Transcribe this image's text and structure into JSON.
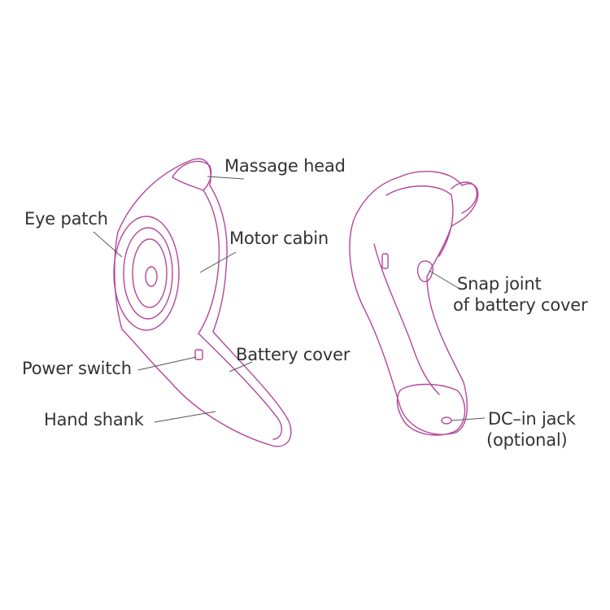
{
  "colors": {
    "outline": "#b4479a",
    "text": "#333333",
    "leader": "#555555"
  },
  "labels": {
    "massage_head": "Massage head",
    "eye_patch": "Eye patch",
    "motor_cabin": "Motor cabin",
    "power_switch": "Power switch",
    "battery_cover": "Battery cover",
    "hand_shank": "Hand shank",
    "snap_joint_line1": "Snap joint",
    "snap_joint_line2": "of battery cover",
    "dc_in_line1": "DC–in jack",
    "dc_in_line2": "(optional)"
  }
}
